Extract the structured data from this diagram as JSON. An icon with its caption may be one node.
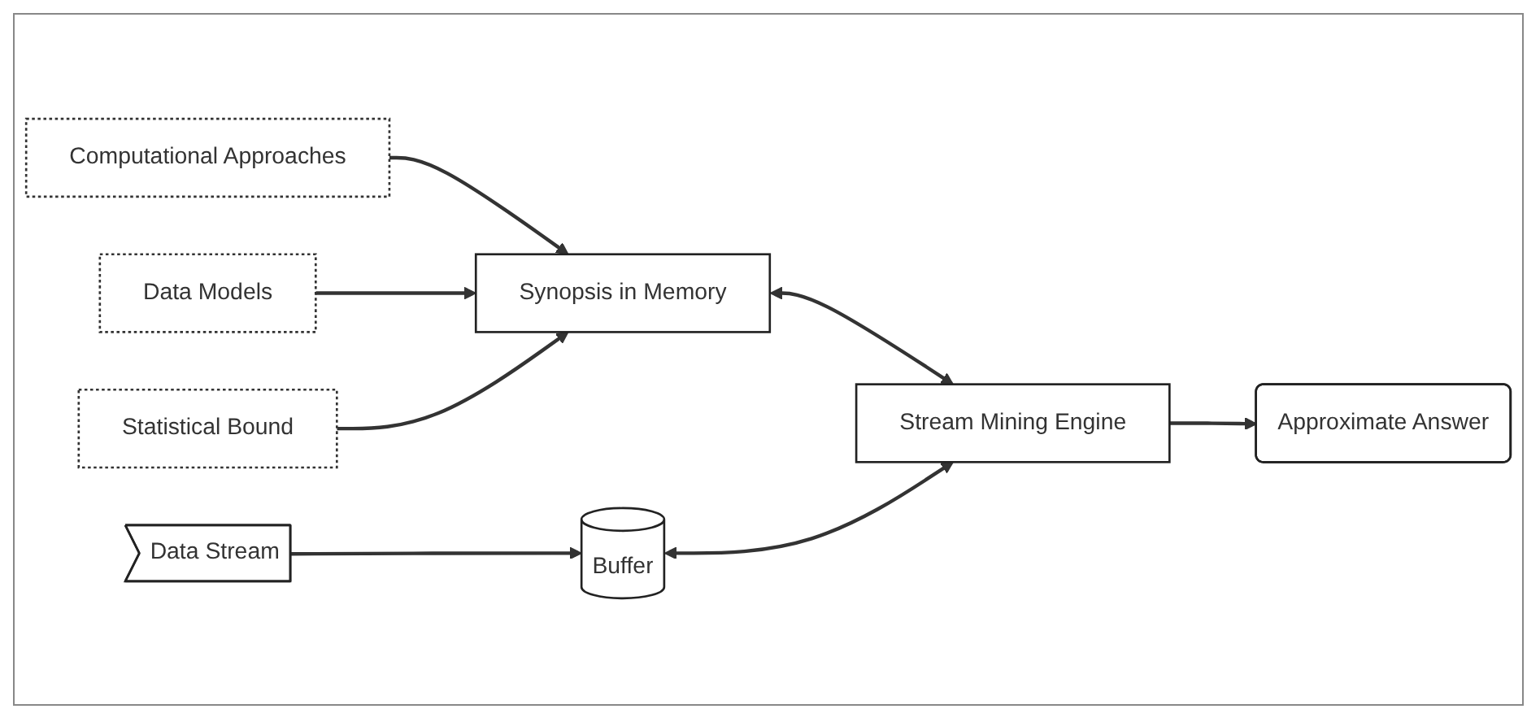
{
  "diagram": {
    "nodes": [
      {
        "text": [
          "Computational Approaches"
        ]
      },
      {
        "text": [
          "Synopsis in Memory"
        ]
      },
      {
        "text": [
          "Statistical Bound"
        ]
      },
      {
        "text": [
          "Data Models"
        ]
      },
      {
        "text": [
          "Data Stream"
        ]
      },
      {
        "text": [
          "Buffer"
        ]
      },
      {
        "text": [
          "Stream Mining Engine"
        ]
      },
      {
        "text": [
          "Approximate Answer"
        ]
      }
    ],
    "edges": [
      {
        "from": 0,
        "to": 1,
        "arrow": "to"
      },
      {
        "from": 3,
        "to": 1,
        "arrow": "to"
      },
      {
        "from": 2,
        "to": 1,
        "arrow": "to"
      },
      {
        "from": 1,
        "to": 6,
        "arrow": "both"
      },
      {
        "from": 4,
        "to": 5,
        "arrow": "to"
      },
      {
        "from": 5,
        "to": 6,
        "arrow": "both"
      },
      {
        "from": 6,
        "to": 7,
        "arrow": "to"
      }
    ]
  }
}
